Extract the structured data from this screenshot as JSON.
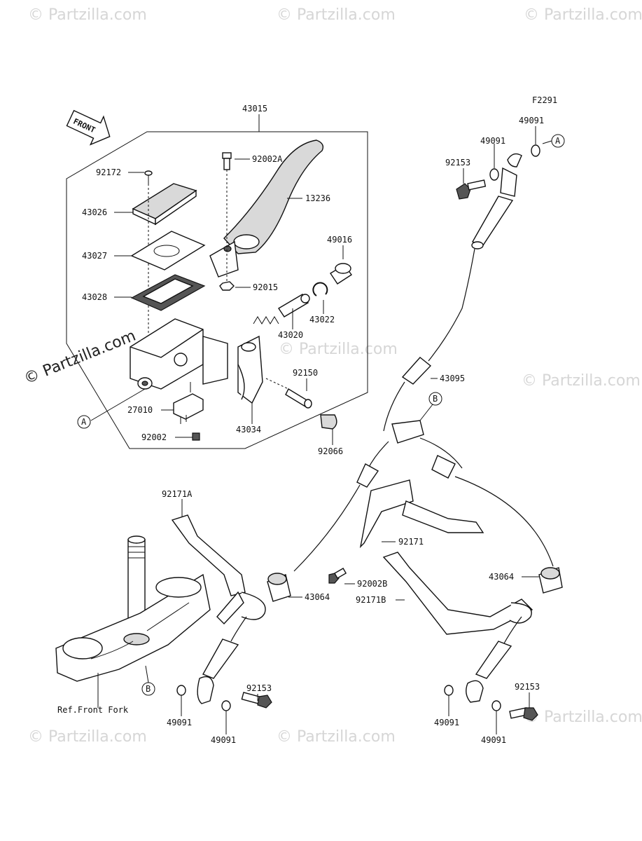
{
  "diagram": {
    "figure_code": "F2291",
    "front_label": "FRONT",
    "ref_label": "Ref.Front Fork",
    "watermark_text": "© Partzilla.com",
    "watermark_main": "© Partzilla.com",
    "callout_a": "A",
    "callout_b": "B",
    "parts": {
      "p43015": "43015",
      "p92172": "92172",
      "p92002A": "92002A",
      "p13236": "13236",
      "p43026": "43026",
      "p43027": "43027",
      "p49016": "49016",
      "p43028": "43028",
      "p92015": "92015",
      "p43022": "43022",
      "p43020": "43020",
      "p92150": "92150",
      "p27010": "27010",
      "p43034": "43034",
      "p92002": "92002",
      "p92066": "92066",
      "p49091_top1": "49091",
      "p49091_top2": "49091",
      "p92153_top": "92153",
      "p43095": "43095",
      "p92171A": "92171A",
      "p92171": "92171",
      "p92002B": "92002B",
      "p43064_left": "43064",
      "p43064_right": "43064",
      "p92171B": "92171B",
      "p92153_left": "92153",
      "p49091_bl1": "49091",
      "p49091_bl2": "49091",
      "p92153_right": "92153",
      "p49091_br1": "49091",
      "p49091_br2": "49091"
    }
  }
}
